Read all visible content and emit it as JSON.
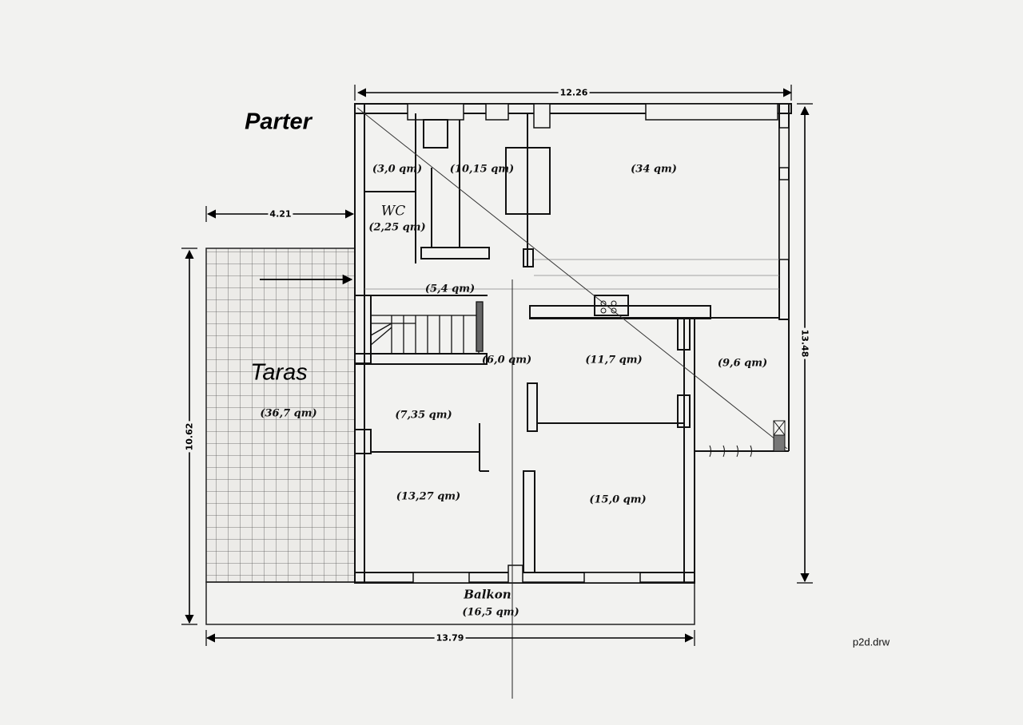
{
  "title": "Parter",
  "terrace_label": "Taras",
  "file_name": "p2d.drw",
  "dimensions": {
    "top_width": "12.26",
    "bottom_width": "13.79",
    "left_height": "10.62",
    "right_height": "13.48",
    "terrace_offset": "4.21"
  },
  "rooms": {
    "r3": "(3,0 qm)",
    "r10": "(10,15 qm)",
    "r34": "(34 qm)",
    "wc_name": "WC",
    "wc_area": "(2,25 qm)",
    "r5": "(5,4 qm)",
    "r6": "(6,0 qm)",
    "r11": "(11,7 qm)",
    "r9": "(9,6 qm)",
    "r36": "(36,7 qm)",
    "r7": "(7,35 qm)",
    "r13": "(13,27 qm)",
    "r15": "(15,0 qm)",
    "balkon_name": "Balkon",
    "balkon_area": "(16,5 qm)"
  }
}
